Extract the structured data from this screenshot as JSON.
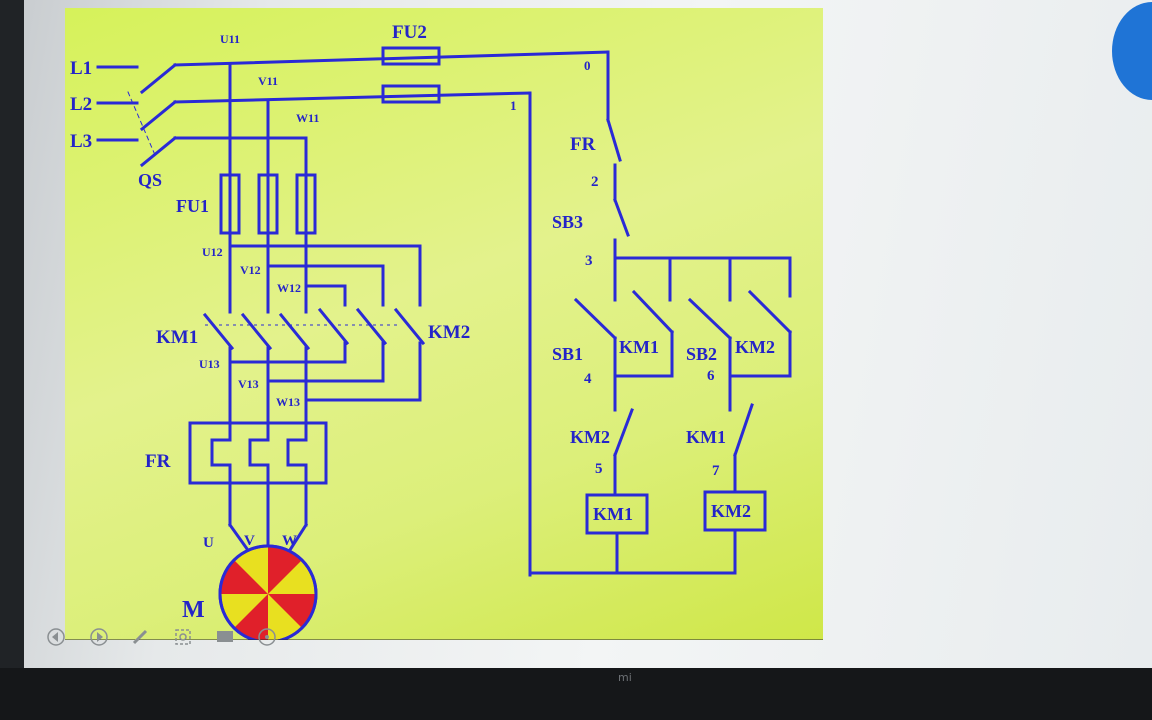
{
  "labels": {
    "L1": "L1",
    "L2": "L2",
    "L3": "L3",
    "QS": "QS",
    "U11": "U11",
    "V11": "V11",
    "W11": "W11",
    "FU2": "FU2",
    "FU1": "FU1",
    "U12": "U12",
    "V12": "V12",
    "W12": "W12",
    "KM1": "KM1",
    "KM2": "KM2",
    "U13": "U13",
    "V13": "V13",
    "W13": "W13",
    "FR": "FR",
    "U": "U",
    "V": "V",
    "W": "W",
    "M": "M",
    "n0": "0",
    "n1": "1",
    "n2": "2",
    "n3": "3",
    "n4": "4",
    "n5": "5",
    "n6": "6",
    "n7": "7",
    "SB1": "SB1",
    "SB2": "SB2",
    "SB3": "SB3"
  },
  "screen": {
    "brand": "mi"
  },
  "colors": {
    "wire": "#2a2ad6",
    "slide": "#dcef7a",
    "motor_red": "#e0202a",
    "motor_yellow": "#e8e020"
  },
  "controls": [
    "prev-icon",
    "next-icon",
    "pen-icon",
    "zoom-icon",
    "screen-icon",
    "menu-icon"
  ]
}
